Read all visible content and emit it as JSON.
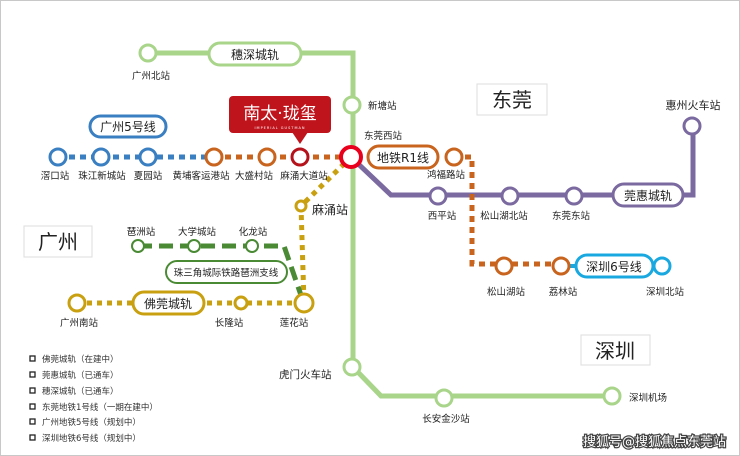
{
  "regions": {
    "dongguan": "东莞",
    "guangzhou": "广州",
    "shenzhen": "深圳"
  },
  "logo": {
    "name": "南太·珑玺",
    "subtitle": "IMPERIAL GUSTMAN"
  },
  "lines": {
    "suishen": {
      "label": "穗深城轨",
      "color": "#a8d58a"
    },
    "gz5": {
      "label": "广州5号线",
      "color": "#3a7fc1"
    },
    "r1": {
      "label": "地铁R1线",
      "color": "#c8641e"
    },
    "sz6": {
      "label": "深圳6号线",
      "color": "#1aa8e0"
    },
    "guanhui": {
      "label": "莞惠城轨",
      "color": "#7b6aa0"
    },
    "foguan": {
      "label": "佛莞城轨",
      "color": "#c8a010"
    },
    "pazhou": {
      "label": "珠三角城际铁路琶洲支线",
      "color": "#4a8a34"
    }
  },
  "stations": {
    "guangzhoubei": "广州北站",
    "xintang": "新塘站",
    "dongguanxi": "东莞西站",
    "humen": "虎门火车站",
    "changanjinsha": "长安金沙站",
    "shenzhenjichang": "深圳机场",
    "jiaokou": "滘口站",
    "zhujiangxincheng": "珠江新城站",
    "xiayuan": "夏园站",
    "huangpu": "黄埔客运港站",
    "dashengcun": "大盛村站",
    "machongdadao": "麻涌大道站",
    "hongfulu": "鸿福路站",
    "songshanhu": "松山湖站",
    "lilin": "荔林站",
    "shenzhenbei": "深圳北站",
    "xiping": "西平站",
    "songshanhubei": "松山湖北站",
    "dongguandong": "东莞东站",
    "huizhou": "惠州火车站",
    "guangzhounan": "广州南站",
    "changlong": "长隆站",
    "lianhua": "莲花站",
    "machong": "麻涌站",
    "pazhou": "琶洲站",
    "daxuecheng": "大学城站",
    "hualong": "化龙站"
  },
  "legend": [
    "佛莞城轨（在建中）",
    "莞惠城轨（已通车）",
    "穗深城轨（已通车）",
    "东莞地铁1号线（一期在建中）",
    "广州地铁5号线（规划中）",
    "深圳地铁6号线（规划中）"
  ],
  "watermark": "搜狐号@搜狐焦点东莞站"
}
